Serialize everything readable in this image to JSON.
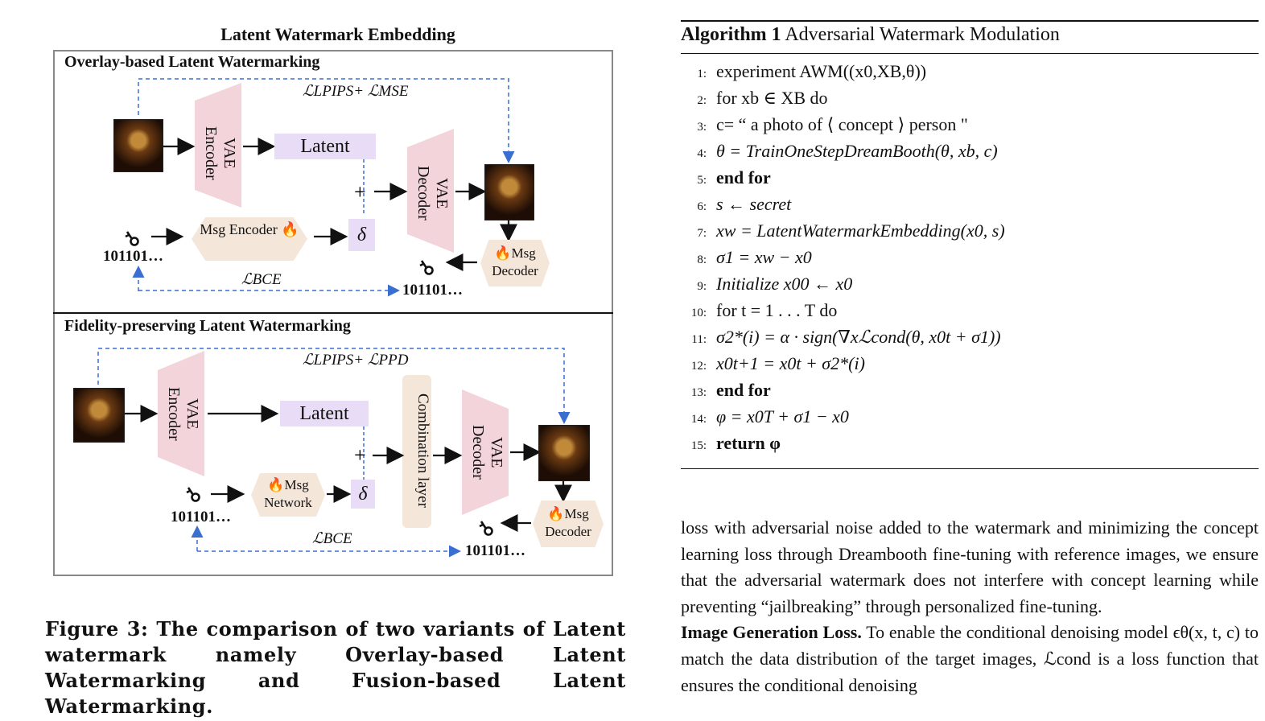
{
  "figure": {
    "title": "Latent Watermark Embedding",
    "top": {
      "title": "Overlay-based Latent Watermarking",
      "loss_top": "ℒLPIPS+ ℒMSE",
      "vae_encoder": "VAE Encoder",
      "latent": "Latent",
      "vae_decoder": "VAE Decoder",
      "msg_encoder": "Msg Encoder",
      "delta": "δ",
      "bits_in": "101101…",
      "bits_out": "101101…",
      "loss_bottom": "ℒBCE",
      "msg_decoder": "Msg Decoder"
    },
    "bottom": {
      "title": "Fidelity-preserving Latent Watermarking",
      "loss_top": "ℒLPIPS+ ℒPPD",
      "vae_encoder": "VAE Encoder",
      "latent": "Latent",
      "combination": "Combination layer",
      "vae_decoder": "VAE Decoder",
      "msg_network": "Msg Network",
      "delta": "δ",
      "bits_in": "101101…",
      "bits_out": "101101…",
      "loss_bottom": "ℒBCE",
      "msg_decoder": "Msg Decoder"
    }
  },
  "caption": "Figure 3: The comparison of two variants of Latent watermark namely Overlay-based Latent Watermarking and Fusion-based Latent Watermarking.",
  "algorithm": {
    "label": "Algorithm 1",
    "name": "Adversarial Watermark Modulation",
    "lines": [
      {
        "n": "1:",
        "text": "experiment AWM((x0,XB,θ))"
      },
      {
        "n": "2:",
        "text": "for xb ∈ XB do"
      },
      {
        "n": "3:",
        "text": "c= “ a photo of ⟨ concept ⟩ person \""
      },
      {
        "n": "4:",
        "text": "θ = TrainOneStepDreamBooth(θ, xb, c)"
      },
      {
        "n": "5:",
        "text": "end for"
      },
      {
        "n": "6:",
        "text": "s ← secret"
      },
      {
        "n": "7:",
        "text": "xw = LatentWatermarkEmbedding(x0, s)"
      },
      {
        "n": "8:",
        "text": "σ1 = xw − x0"
      },
      {
        "n": "9:",
        "text": "Initialize x00 ← x0"
      },
      {
        "n": "10:",
        "text": "for t = 1 . . . T do"
      },
      {
        "n": "11:",
        "text": "σ2*(i) = α · sign(∇xℒcond(θ, x0t + σ1))"
      },
      {
        "n": "12:",
        "text": "x0t+1 = x0t + σ2*(i)"
      },
      {
        "n": "13:",
        "text": "end for"
      },
      {
        "n": "14:",
        "text": "φ = x0T + σ1 − x0"
      },
      {
        "n": "15:",
        "text": "return φ"
      }
    ]
  },
  "body": {
    "para1": "loss with adversarial noise added to the watermark and minimizing the concept learning loss through Dreambooth fine-tuning with reference images, we ensure that the adversarial watermark does not interfere with concept learning while preventing “jailbreaking” through personalized fine-tuning.",
    "heading": "Image Generation Loss.",
    "para2": "To enable the conditional denoising model ϵθ(x, t, c) to match the data distribution of the target images, ℒcond is a loss function that ensures the conditional denoising"
  },
  "colors": {
    "latent_fill": "#e8dcf6",
    "vae_fill": "#f2d4da",
    "msg_fill": "#f5e6da",
    "dashed_arrow": "#3a6fd1",
    "panel_border": "#888888"
  }
}
